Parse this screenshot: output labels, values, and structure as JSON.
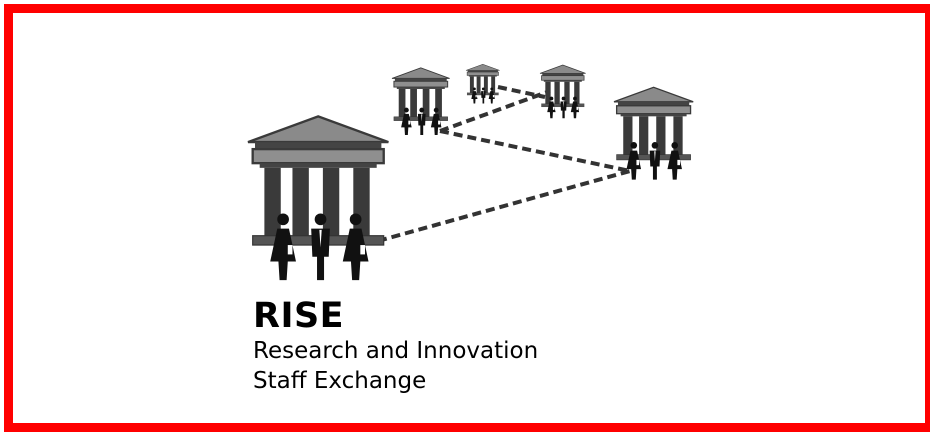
{
  "frame": {
    "border_color": "#ff0000",
    "background": "#ffffff"
  },
  "diagram": {
    "icon": "institution-with-people-icon",
    "institutions": [
      "large",
      "small",
      "tiny",
      "small-right",
      "medium"
    ],
    "line_style": "dashed",
    "colors": {
      "building_fill": "#888888",
      "building_stroke": "#3a3a3a",
      "people": "#111111",
      "line": "#333333"
    }
  },
  "caption": {
    "title": "RISE",
    "subtitle_line1": "Research and Innovation",
    "subtitle_line2": "Staff Exchange"
  }
}
